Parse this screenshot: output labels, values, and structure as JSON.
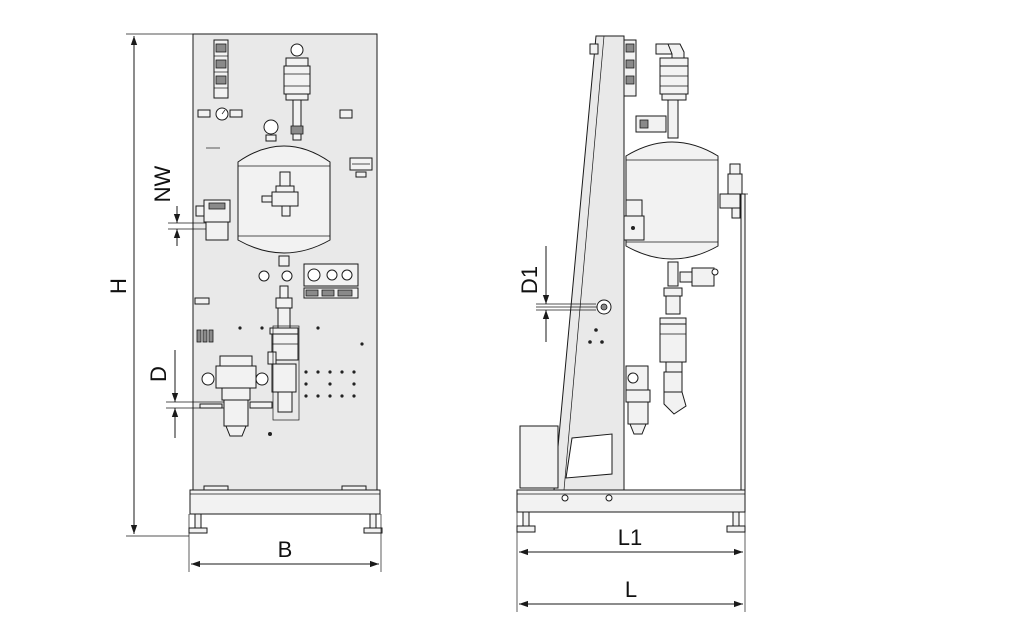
{
  "dimensions": {
    "height": "H",
    "width": "B",
    "nominal_width": "NW",
    "diameter": "D",
    "diameter_1": "D1",
    "length": "L",
    "length_1": "L1"
  },
  "colors": {
    "line": "#1a1a1a",
    "panel_fill": "#e9e9e9",
    "part_fill": "#f2f2f2",
    "background": "#ffffff"
  }
}
